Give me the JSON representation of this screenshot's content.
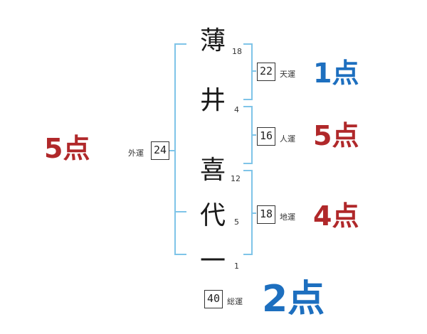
{
  "name_chars": [
    {
      "char": "薄",
      "strokes": "18"
    },
    {
      "char": "井",
      "strokes": "4"
    },
    {
      "char": "喜",
      "strokes": "12"
    },
    {
      "char": "代",
      "strokes": "5"
    },
    {
      "char": "一",
      "strokes": "1"
    }
  ],
  "fortunes": {
    "tenun": {
      "value": "22",
      "label": "天運",
      "score": "1点",
      "color": "#1d6fbf"
    },
    "jinun": {
      "value": "16",
      "label": "人運",
      "score": "5点",
      "color": "#b0282a"
    },
    "chiun": {
      "value": "18",
      "label": "地運",
      "score": "4点",
      "color": "#b0282a"
    },
    "gaiun": {
      "value": "24",
      "label": "外運",
      "score": "5点",
      "color": "#b0282a"
    },
    "soun": {
      "value": "40",
      "label": "総運",
      "score": "2点",
      "color": "#1d6fbf"
    }
  },
  "bracket_color": "#7fc4e8"
}
